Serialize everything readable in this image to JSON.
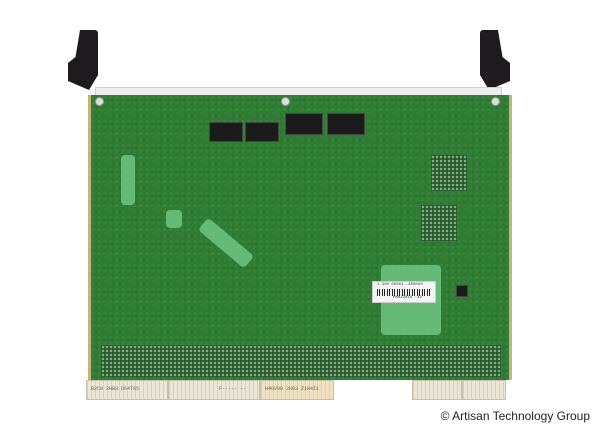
{
  "image": {
    "subject": "Green PCB circuit board (rear side) with black ejector handles, memory chips and backplane connectors",
    "watermark": "© Artisan Technology Group"
  },
  "board": {
    "connector_labels": [
      "B2C0 2HB3 D64T05",
      "F----- --",
      "H4GV00 2H03 Z1H4I1"
    ],
    "barcode_label": {
      "top_text": "1 300 00001 -A00000",
      "bottom_text": "PMB22816 -32"
    }
  }
}
